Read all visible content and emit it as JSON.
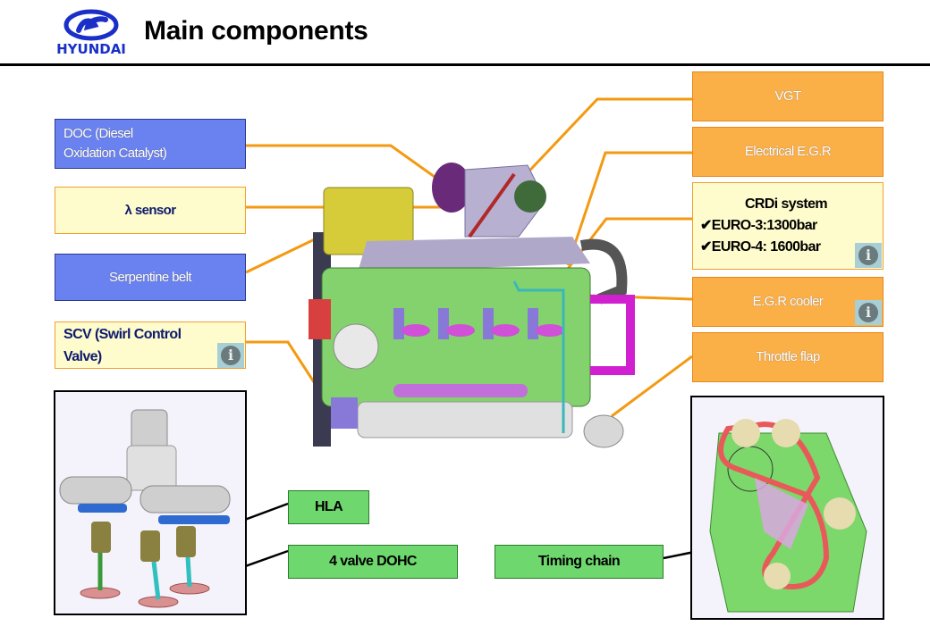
{
  "header": {
    "logo_text": "HYUNDAI",
    "title": "Main components"
  },
  "colors": {
    "leader_orange": "#f39a12",
    "leader_black": "#000000",
    "box_blue": "#6a82f0",
    "box_yellow": "#fefbcc",
    "box_orange": "#fbaf47",
    "box_green": "#6ed86e",
    "info_icon_bg": "#a9cfd6"
  },
  "left_labels": {
    "doc": "DOC (Diesel Oxidation Catalyst)",
    "doc_line1": "DOC (Diesel",
    "doc_line2": "Oxidation Catalyst)",
    "lambda_sensor": "λ sensor",
    "serpentine_belt": "Serpentine belt",
    "scv_line1": "SCV (Swirl Control",
    "scv_line2": "Valve)"
  },
  "right_labels": {
    "vgt": "VGT",
    "electrical_egr": "Electrical E.G.R",
    "crdi_title": "CRDi system",
    "crdi_items": [
      "✔EURO-3:1300bar",
      "✔EURO-4: 1600bar"
    ],
    "egr_cooler": "E.G.R cooler",
    "throttle_flap": "Throttle flap"
  },
  "bottom_labels": {
    "hla": "HLA",
    "valve_dohc": "4 valve DOHC",
    "timing_chain": "Timing chain"
  },
  "info_icon_glyph": "i",
  "images": {
    "engine": "engine-3d-render",
    "valvetrain": "valvetrain-render",
    "timing_chain": "timing-chain-render"
  }
}
